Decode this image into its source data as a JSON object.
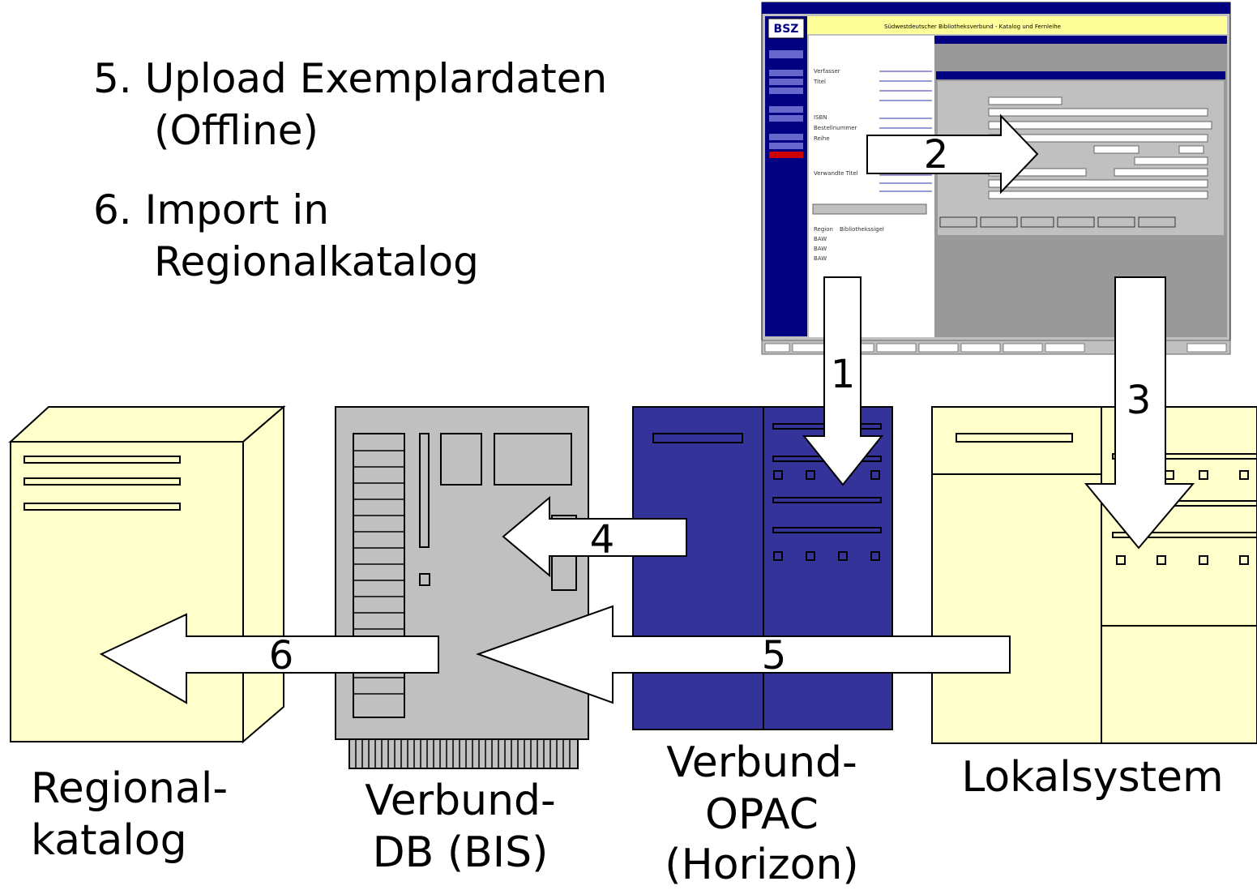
{
  "steps": {
    "step5_line1": "5. Upload Exemplardaten",
    "step5_line2": "(Offline)",
    "step6_line1": "6. Import in",
    "step6_line2": "Regionalkatalog"
  },
  "systems": {
    "regional": [
      "Regional-",
      "katalog"
    ],
    "verbund_db": [
      "Verbund-",
      "DB (BIS)"
    ],
    "verbund_opac": [
      "Verbund-",
      "OPAC",
      "(Horizon)"
    ],
    "lokalsystem": [
      "Lokalsystem"
    ]
  },
  "arrows": {
    "a1": "1",
    "a2": "2",
    "a3": "3",
    "a4": "4",
    "a5": "5",
    "a6": "6"
  },
  "screenshot": {
    "logo": "BSZ",
    "banner": "Südwestdeutscher Bibliotheksverbund - Katalog und Fernleihe",
    "field_labels": [
      "Verfasser",
      "Titel",
      "ISBN",
      "Bestellnummer",
      "Reihe",
      "Verwandte Titel"
    ],
    "table_headers": [
      "Region",
      "Bibliothekssigel"
    ],
    "table_rows": [
      "BAW",
      "BAW",
      "BAW"
    ]
  },
  "colors": {
    "server_yellow": "#ffffcc",
    "server_gray": "#c0c0c0",
    "server_blue": "#333399",
    "screen_navy": "#000080",
    "banner_yellow": "#ffff99"
  }
}
